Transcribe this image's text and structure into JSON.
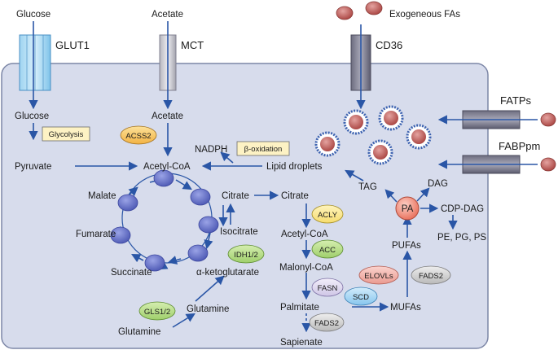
{
  "colors": {
    "cell_fill": "#d7dcec",
    "cell_border": "#7c86a6",
    "arrow": "#2a56a6",
    "tca_node": "#6b76c9",
    "droplet": "#c5615f"
  },
  "transporters": {
    "glut1": "GLUT1",
    "mct": "MCT",
    "cd36": "CD36",
    "fatps": "FATPs",
    "fabppm": "FABPpm"
  },
  "extracellular": {
    "glucose": "Glucose",
    "acetate": "Acetate",
    "exogenous_fas": "Exogeneous FAs"
  },
  "metabolites": {
    "glucose": "Glucose",
    "pyruvate": "Pyruvate",
    "acetate": "Acetate",
    "acetyl_coa": "Acetyl-CoA",
    "nadph": "NADPH",
    "lipid_droplets": "Lipid droplets",
    "citrate": "Citrate",
    "isocitrate": "Isocitrate",
    "alpha_kg": "α-ketoglutarate",
    "succinate": "Succinate",
    "fumarate": "Fumarate",
    "malate": "Malate",
    "glutamine_in": "Glutamine",
    "glutamine": "Glutamine",
    "citrate_cyto": "Citrate",
    "acetyl_coa_cyto": "Acetyl-CoA",
    "malonyl_coa": "Malonyl-CoA",
    "palmitate": "Palmitate",
    "sapienate": "Sapienate",
    "mufas": "MUFAs",
    "pufas": "PUFAs",
    "tag": "TAG",
    "dag": "DAG",
    "cdp_dag": "CDP-DAG",
    "pe_pg_ps": "PE, PG, PS"
  },
  "boxes": {
    "glycolysis": "Glycolysis",
    "beta_oxidation": "β-oxidation"
  },
  "enzymes": {
    "acss2": "ACSS2",
    "idh": "IDH1/2",
    "gls": "GLS1/2",
    "acly": "ACLY",
    "acc": "ACC",
    "fasn": "FASN",
    "fads2_top": "FADS2",
    "elovls": "ELOVLs",
    "scd": "SCD",
    "fads2_bottom": "FADS2",
    "pa": "PA"
  }
}
